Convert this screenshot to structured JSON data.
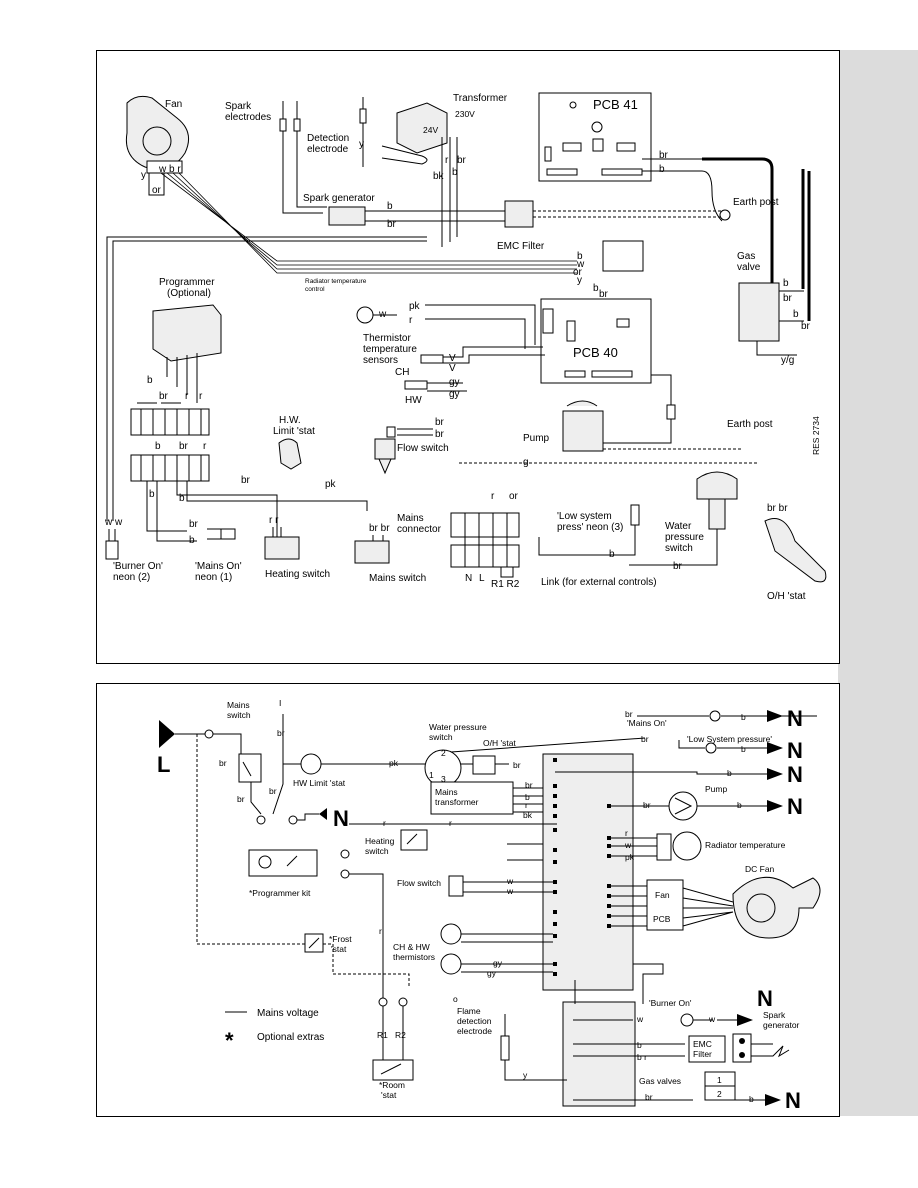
{
  "top": {
    "fan": "Fan",
    "spark_electrodes": "Spark\nelectrodes",
    "detection_electrode": "Detection\nelectrode",
    "transformer": "Transformer",
    "v230": "230V",
    "v24": "24V",
    "pcb41": "PCB 41",
    "spark_generator": "Spark generator",
    "emc_filter": "EMC Filter",
    "earth_post": "Earth post",
    "gas_valve": "Gas\nvalve",
    "radiator_temp_control": "Radiator temperature\ncontrol",
    "programmer": "Programmer\n(Optional)",
    "thermistor": "Thermistor\ntemperature\nsensors",
    "ch": "CH",
    "hw": "HW",
    "pcb40": "PCB 40",
    "pump": "Pump",
    "earth_post2": "Earth post",
    "res": "RES 2734",
    "hw_limit": "H.W.\nLimit 'stat",
    "flow_switch": "Flow switch",
    "mains_connector": "Mains\nconnector",
    "low_sys": "'Low system\npress' neon (3)",
    "water_pressure_switch": "Water\npressure\nswitch",
    "burner_on_neon": "'Burner On'\nneon (2)",
    "mains_on_neon": "'Mains On'\nneon (1)",
    "heating_switch": "Heating switch",
    "mains_switch": "Mains switch",
    "link": "Link (for external controls)",
    "oh_stat": "O/H 'stat",
    "n": "N",
    "l": "L",
    "r1r2": "R1 R2",
    "wire_labels": {
      "b": "b",
      "br": "br",
      "r": "r",
      "w": "w",
      "y": "y",
      "or": "or",
      "pk": "pk",
      "gy": "gy",
      "v": "V",
      "g": "g",
      "bk": "bk",
      "yg": "y/g",
      "wbr": "w b r",
      "ww": "w w"
    }
  },
  "bottom": {
    "l": "L",
    "mains_switch": "Mains\nswitch",
    "water_pressure_switch": "Water pressure\nswitch",
    "oh_stat": "O/H 'stat",
    "hw_limit": "HW Limit 'stat",
    "mains_transformer": "Mains\ntransformer",
    "heating_switch": "Heating\nswitch",
    "programmer_kit": "*Programmer kit",
    "flow_switch": "Flow switch",
    "frost_stat": "*Frost\n'stat",
    "ch_hw_thermistors": "CH & HW\nthermistors",
    "mains_voltage": "Mains voltage",
    "optional_extras": "Optional extras",
    "room_stat": "*Room\n'stat",
    "r1": "R1",
    "r2": "R2",
    "flame_detection": "Flame\ndetection\nelectrode",
    "mains_on": "'Mains On'",
    "low_system_pressure": "'Low System pressure'",
    "pump": "Pump",
    "radiator_temperature": "Radiator temperature",
    "dc_fan": "DC Fan",
    "fan": "Fan",
    "pcb": "PCB",
    "burner_on": "'Burner On'",
    "spark_generator": "Spark\ngenerator",
    "emc_filter": "EMC\nFilter",
    "gas_valves": "Gas valves",
    "n": "N",
    "star": "*",
    "one": "1",
    "two": "2",
    "o": "o"
  }
}
